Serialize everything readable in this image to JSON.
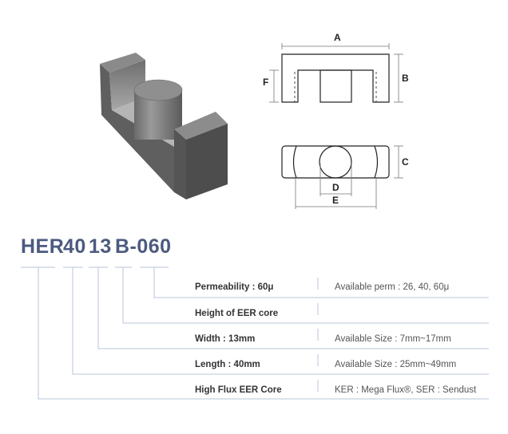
{
  "part_code": {
    "segments": [
      "HER",
      "40",
      "13",
      "B-060"
    ]
  },
  "dimension_labels": {
    "a": "A",
    "b": "B",
    "c": "C",
    "d": "D",
    "e": "E",
    "f": "F"
  },
  "rows": [
    {
      "label": "Permeability : 60μ",
      "value": "Available perm : 26, 40, 60μ"
    },
    {
      "label": "Height of EER core",
      "value": ""
    },
    {
      "label": "Width : 13mm",
      "value": "Available Size : 7mm~17mm"
    },
    {
      "label": "Length : 40mm",
      "value": "Available Size : 25mm~49mm"
    },
    {
      "label": "High Flux EER Core",
      "value": "KER : Mega Flux®,  SER : Sendust"
    }
  ],
  "colors": {
    "code": "#4b5a7f",
    "leader_lines": "#b9c4d8"
  }
}
